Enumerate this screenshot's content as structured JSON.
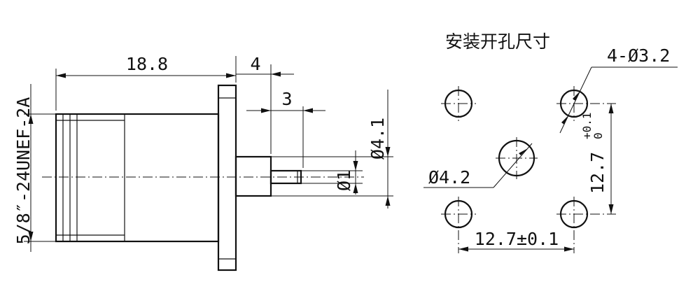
{
  "side_view": {
    "dim_length": "18.8",
    "dim_flange": "4",
    "dim_pin": "3",
    "dim_dia_flange": "Ø4.1",
    "dim_dia_pin": "Ø1",
    "thread_spec": "5/8″-24UNEF-2A"
  },
  "mounting_hole": {
    "title": "安装开孔尺寸",
    "dim_corner_holes": "4-Ø3.2",
    "dim_center_hole": "Ø4.2",
    "dim_horizontal": "12.7±0.1",
    "dim_vertical_base": "12.7",
    "dim_vertical_tol_upper": "+0.1",
    "dim_vertical_tol_lower": "0"
  }
}
